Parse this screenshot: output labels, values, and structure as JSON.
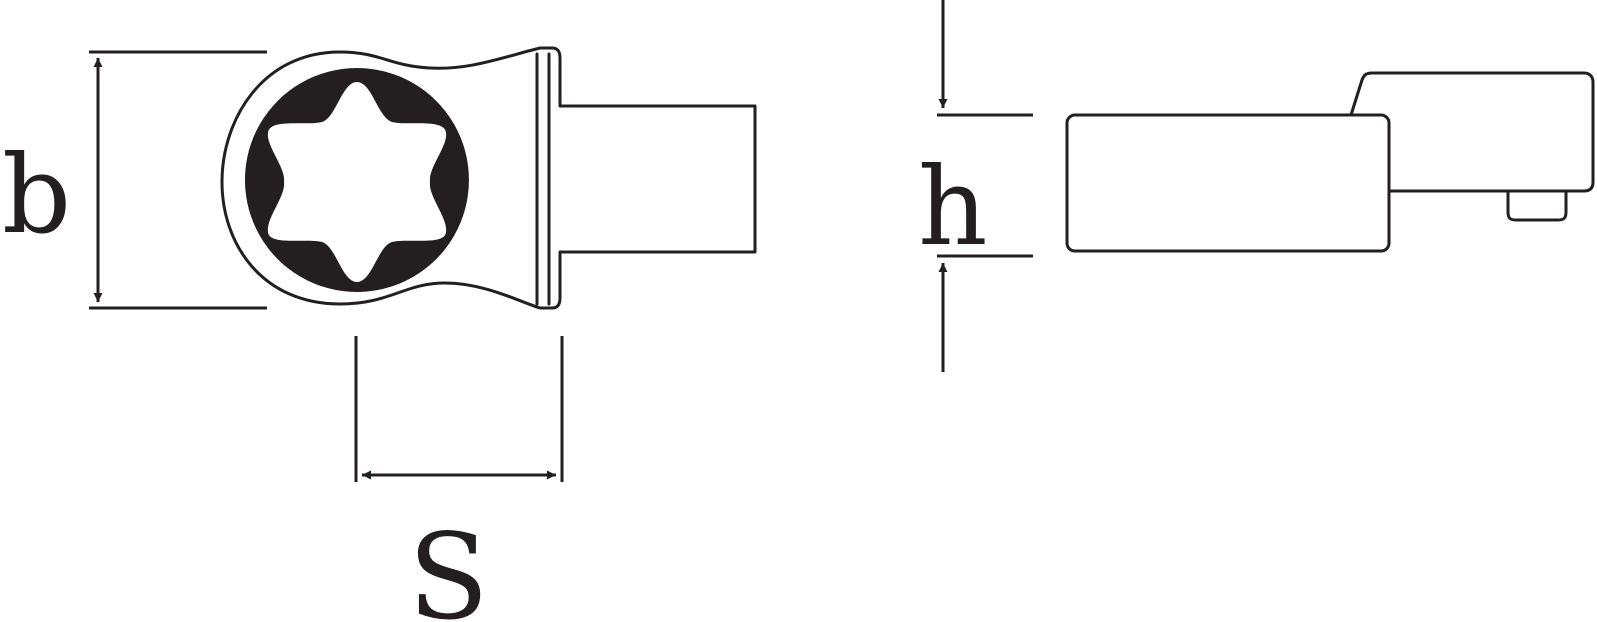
{
  "diagram": {
    "labels": {
      "width_dimension": "b",
      "height_dimension": "h",
      "size_dimension": "S"
    },
    "colors": {
      "line": "#231f20",
      "fill": "#231f20",
      "background": "#ffffff"
    }
  }
}
